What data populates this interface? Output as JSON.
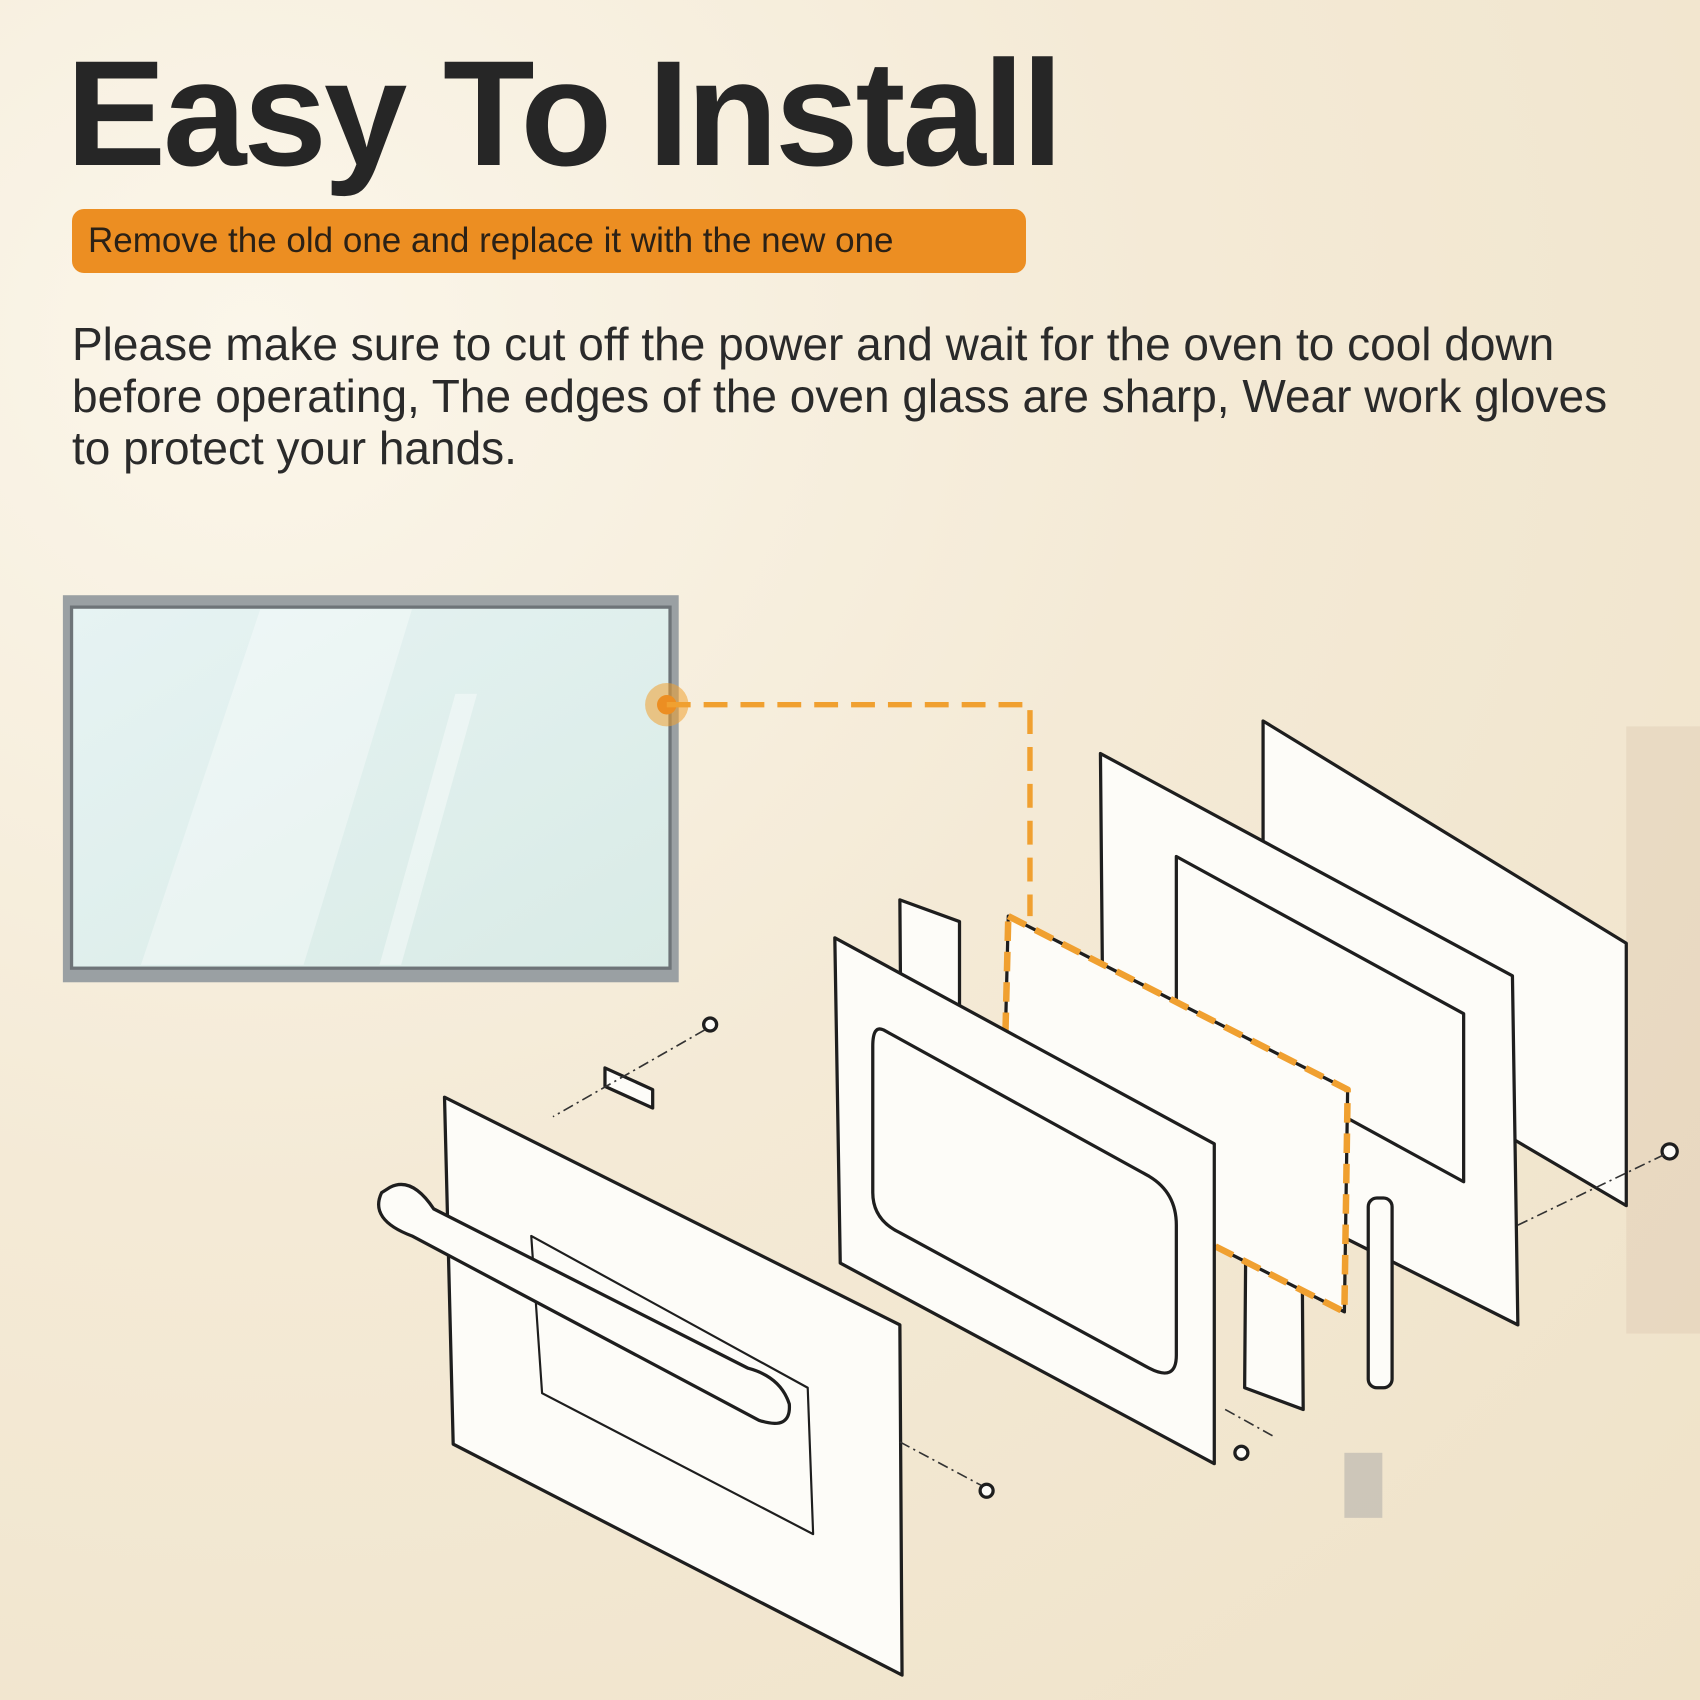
{
  "header": {
    "title": "Easy To Install",
    "subtitle": "Remove the old one and replace it with the new one"
  },
  "body": {
    "instructions": "Please make sure to cut off the power and wait for the oven to cool down before operating, The edges of the oven glass are sharp, Wear work gloves to protect your hands."
  },
  "colors": {
    "accent": "#ec8e22",
    "text": "#262626",
    "background": "#f4ead6"
  },
  "illustration": {
    "glass_panel": "oven-glass-photo",
    "diagram": "exploded-oven-door-diagram"
  }
}
